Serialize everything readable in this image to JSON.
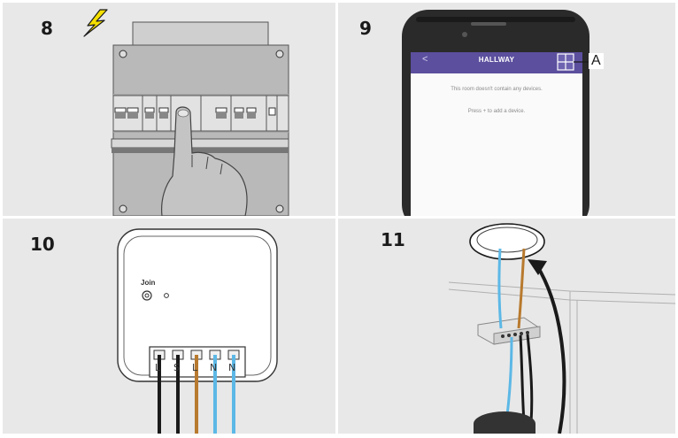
{
  "steps": {
    "s8": "8",
    "s9": "9",
    "s10": "10",
    "s11": "11"
  },
  "icons": {
    "warning": "lightning-bolt-icon",
    "add": "plus-grid-icon",
    "back": "chevron-left-icon"
  },
  "app": {
    "back_glyph": "<",
    "title": "HALLWAY",
    "message_1": "This room doesn't contain any devices.",
    "message_2": "Press + to add a device.",
    "callout": "A"
  },
  "module": {
    "join_label": "Join",
    "terminals": [
      "L",
      "S",
      "L",
      "N",
      "N"
    ]
  },
  "colors": {
    "panel_bg": "#e8e8e8",
    "app_header": "#5b4f9e",
    "wire_brown": "#b87a2e",
    "wire_blue": "#5cb8e6",
    "wire_black": "#1a1a1a",
    "bolt_yellow": "#f5e000"
  }
}
